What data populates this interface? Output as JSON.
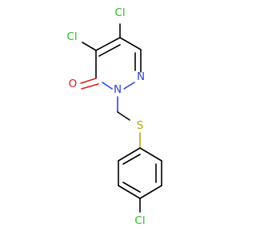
{
  "molecule": {
    "colors": {
      "carbon_bond": "#000000",
      "chlorine": "#24c41e",
      "nitrogen": "#2f3fd6",
      "oxygen": "#e0191b",
      "sulfur": "#b5a400"
    },
    "atoms": {
      "cl_top": "Cl",
      "cl_left": "Cl",
      "oxygen": "O",
      "n_ring": "N",
      "n_substituted": "N",
      "sulfur": "S",
      "cl_bottom": "Cl"
    }
  }
}
